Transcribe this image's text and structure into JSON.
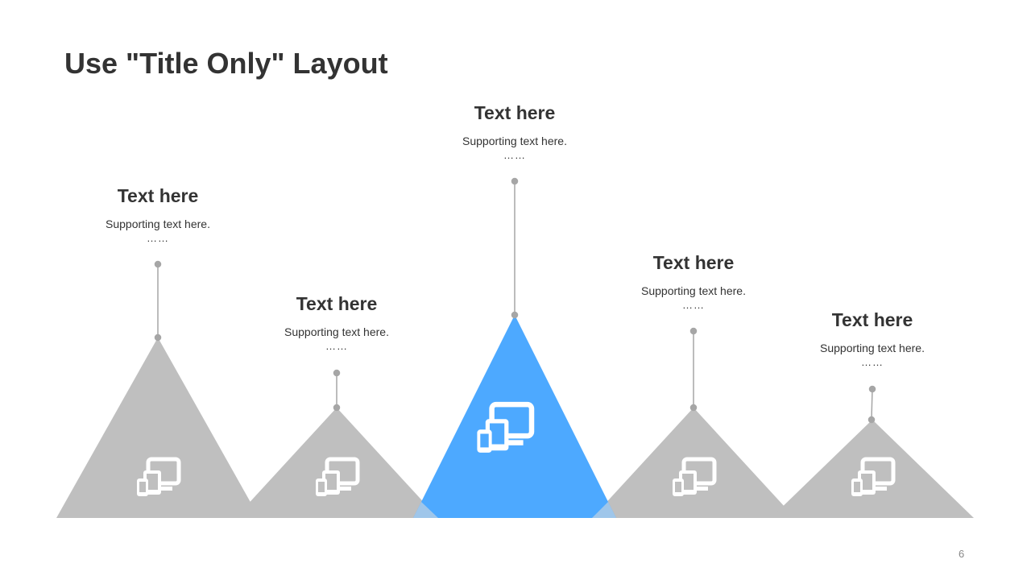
{
  "slide": {
    "title": "Use \"Title Only\" Layout",
    "page_number": "6"
  },
  "colors": {
    "accent": "#4DA9FF",
    "muted": "#BFBFBF",
    "connector": "#A6A6A6",
    "text": "#333333"
  },
  "items": [
    {
      "heading": "Text here",
      "subtext": "Supporting text here.",
      "more": "……",
      "icon": "devices-icon",
      "highlighted": false
    },
    {
      "heading": "Text here",
      "subtext": "Supporting text here.",
      "more": "……",
      "icon": "devices-icon",
      "highlighted": false
    },
    {
      "heading": "Text here",
      "subtext": "Supporting text here.",
      "more": "……",
      "icon": "devices-icon",
      "highlighted": true
    },
    {
      "heading": "Text here",
      "subtext": "Supporting text here.",
      "more": "……",
      "icon": "devices-icon",
      "highlighted": false
    },
    {
      "heading": "Text here",
      "subtext": "Supporting text here.",
      "more": "……",
      "icon": "devices-icon",
      "highlighted": false
    }
  ]
}
